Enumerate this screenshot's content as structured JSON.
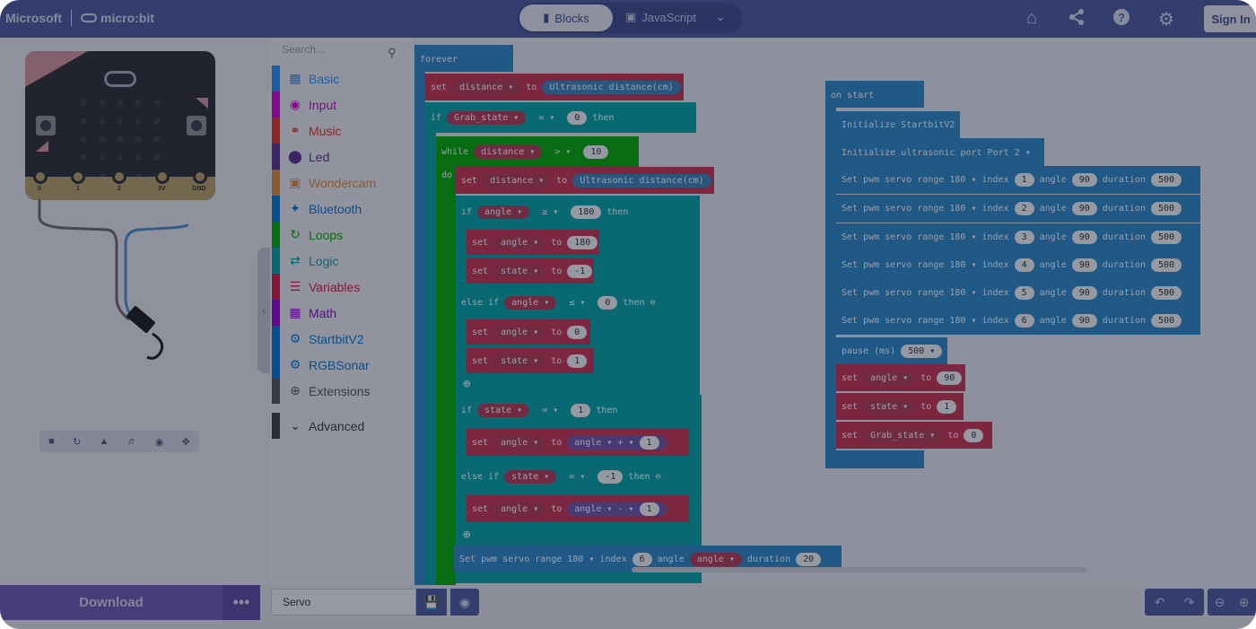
{
  "header": {
    "brand": "Microsoft",
    "product": "micro:bit",
    "mode_blocks": "Blocks",
    "mode_js": "JavaScript",
    "signin": "Sign In",
    "icons": [
      "home-icon",
      "share-icon",
      "help-icon",
      "settings-icon"
    ]
  },
  "simulator": {
    "pins": [
      "0",
      "1",
      "2",
      "3V",
      "GND"
    ]
  },
  "toolbox": {
    "search_placeholder": "Search...",
    "categories": [
      {
        "label": "Basic",
        "color": "#1e90ff"
      },
      {
        "label": "Input",
        "color": "#d400d4"
      },
      {
        "label": "Music",
        "color": "#e63022"
      },
      {
        "label": "Led",
        "color": "#5c2d91"
      },
      {
        "label": "Wondercam",
        "color": "#e08a3c"
      },
      {
        "label": "Bluetooth",
        "color": "#0078d7"
      },
      {
        "label": "Loops",
        "color": "#00aa00"
      },
      {
        "label": "Logic",
        "color": "#00a4a6"
      },
      {
        "label": "Variables",
        "color": "#dc143c"
      },
      {
        "label": "Math",
        "color": "#9400d3"
      },
      {
        "label": "StartbitV2",
        "color": "#0078d7"
      },
      {
        "label": "RGBSonar",
        "color": "#0078d7"
      },
      {
        "label": "Extensions",
        "color": "#555555"
      }
    ],
    "advanced": "Advanced"
  },
  "workspace": {
    "forever": "forever",
    "on_start": "on start",
    "b1": {
      "set": "set",
      "var": "distance",
      "to": "to",
      "val": "Ultrasonic distance(cm)"
    },
    "b2": {
      "if": "if",
      "var": "Grab_state",
      "op": "=",
      "num": "0",
      "then": "then"
    },
    "b3": {
      "while": "while",
      "var": "distance",
      "op": ">",
      "num": "10",
      "do": "do"
    },
    "b4": {
      "set": "set",
      "var": "distance",
      "to": "to",
      "val": "Ultrasonic distance(cm)"
    },
    "b5": {
      "if": "if",
      "var": "angle",
      "op": "≥",
      "num": "180",
      "then": "then"
    },
    "b6": {
      "set": "set",
      "var": "angle",
      "to": "to",
      "num": "180"
    },
    "b7": {
      "set": "set",
      "var": "state",
      "to": "to",
      "num": "-1"
    },
    "b8": {
      "elseif": "else if",
      "var": "angle",
      "op": "≤",
      "num": "0",
      "then": "then"
    },
    "b9": {
      "set": "set",
      "var": "angle",
      "to": "to",
      "num": "0"
    },
    "b10": {
      "set": "set",
      "var": "state",
      "to": "to",
      "num": "1"
    },
    "b11": {
      "if": "if",
      "var": "state",
      "op": "=",
      "num": "1",
      "then": "then"
    },
    "b12": {
      "set": "set",
      "var": "angle",
      "to": "to",
      "v2": "angle",
      "op": "+",
      "num": "1"
    },
    "b13": {
      "elseif": "else if",
      "var": "state",
      "op": "=",
      "num": "-1",
      "then": "then"
    },
    "b14": {
      "set": "set",
      "var": "angle",
      "to": "to",
      "v2": "angle",
      "op": "-",
      "num": "1"
    },
    "b15": {
      "text": "Set pwm servo range",
      "range": "180",
      "index_l": "index",
      "index": "6",
      "angle_l": "angle",
      "angle": "angle",
      "dur_l": "duration",
      "dur": "20"
    },
    "s1": "Initialize StartbitV2",
    "s2": {
      "text": "Initialize ultrasonic port Port",
      "port": "2"
    },
    "servos": [
      {
        "text": "Set pwm servo range",
        "range": "180",
        "index_l": "index",
        "index": "1",
        "angle_l": "angle",
        "angle": "90",
        "dur_l": "duration",
        "dur": "500"
      },
      {
        "text": "Set pwm servo range",
        "range": "180",
        "index_l": "index",
        "index": "2",
        "angle_l": "angle",
        "angle": "90",
        "dur_l": "duration",
        "dur": "500"
      },
      {
        "text": "Set pwm servo range",
        "range": "180",
        "index_l": "index",
        "index": "3",
        "angle_l": "angle",
        "angle": "90",
        "dur_l": "duration",
        "dur": "500"
      },
      {
        "text": "Set pwm servo range",
        "range": "180",
        "index_l": "index",
        "index": "4",
        "angle_l": "angle",
        "angle": "90",
        "dur_l": "duration",
        "dur": "500"
      },
      {
        "text": "Set pwm servo range",
        "range": "180",
        "index_l": "index",
        "index": "5",
        "angle_l": "angle",
        "angle": "90",
        "dur_l": "duration",
        "dur": "500"
      },
      {
        "text": "Set pwm servo range",
        "range": "180",
        "index_l": "index",
        "index": "6",
        "angle_l": "angle",
        "angle": "90",
        "dur_l": "duration",
        "dur": "500"
      }
    ],
    "pause": {
      "text": "pause (ms)",
      "val": "500"
    },
    "s_set1": {
      "set": "set",
      "var": "angle",
      "to": "to",
      "num": "90"
    },
    "s_set2": {
      "set": "set",
      "var": "state",
      "to": "to",
      "num": "1"
    },
    "s_set3": {
      "set": "set",
      "var": "Grab_state",
      "to": "to",
      "num": "0"
    }
  },
  "bottom": {
    "download": "Download",
    "more": "•••",
    "project_name": "Servo"
  }
}
